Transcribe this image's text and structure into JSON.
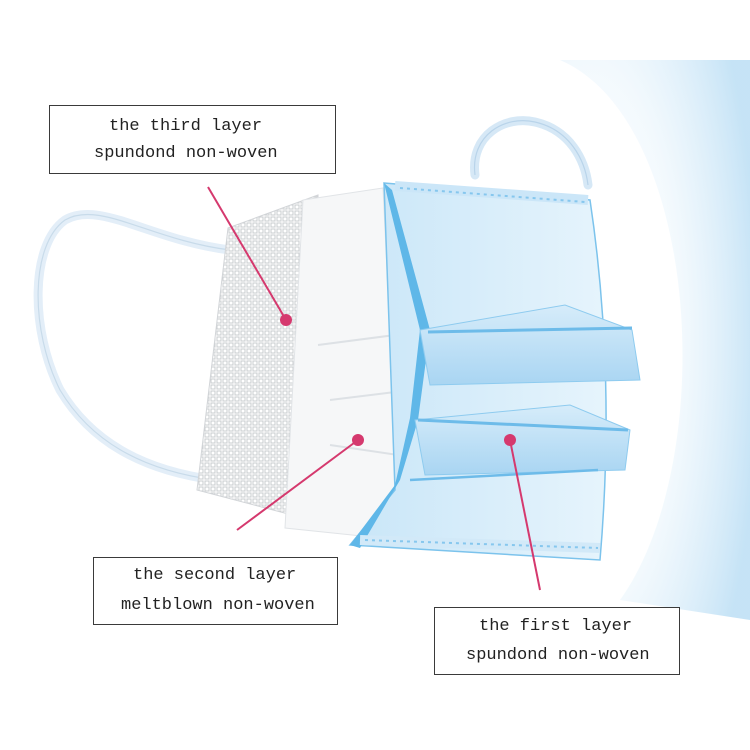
{
  "labels": {
    "third": {
      "line1": "the third layer",
      "line2": "spundond non-woven"
    },
    "second": {
      "line1": "the second layer",
      "line2": "meltblown non-woven"
    },
    "first": {
      "line1": "the first layer",
      "line2": "spundond non-woven"
    }
  },
  "colors": {
    "pointer": "#d5396e",
    "mask_blue": "#5fb7e8",
    "outer_layer": "#cfe9f8",
    "middle_layer": "#f4f6f8",
    "inner_layer_mesh": "#cfd2d4",
    "ear_loop": "#e6f0fa"
  }
}
